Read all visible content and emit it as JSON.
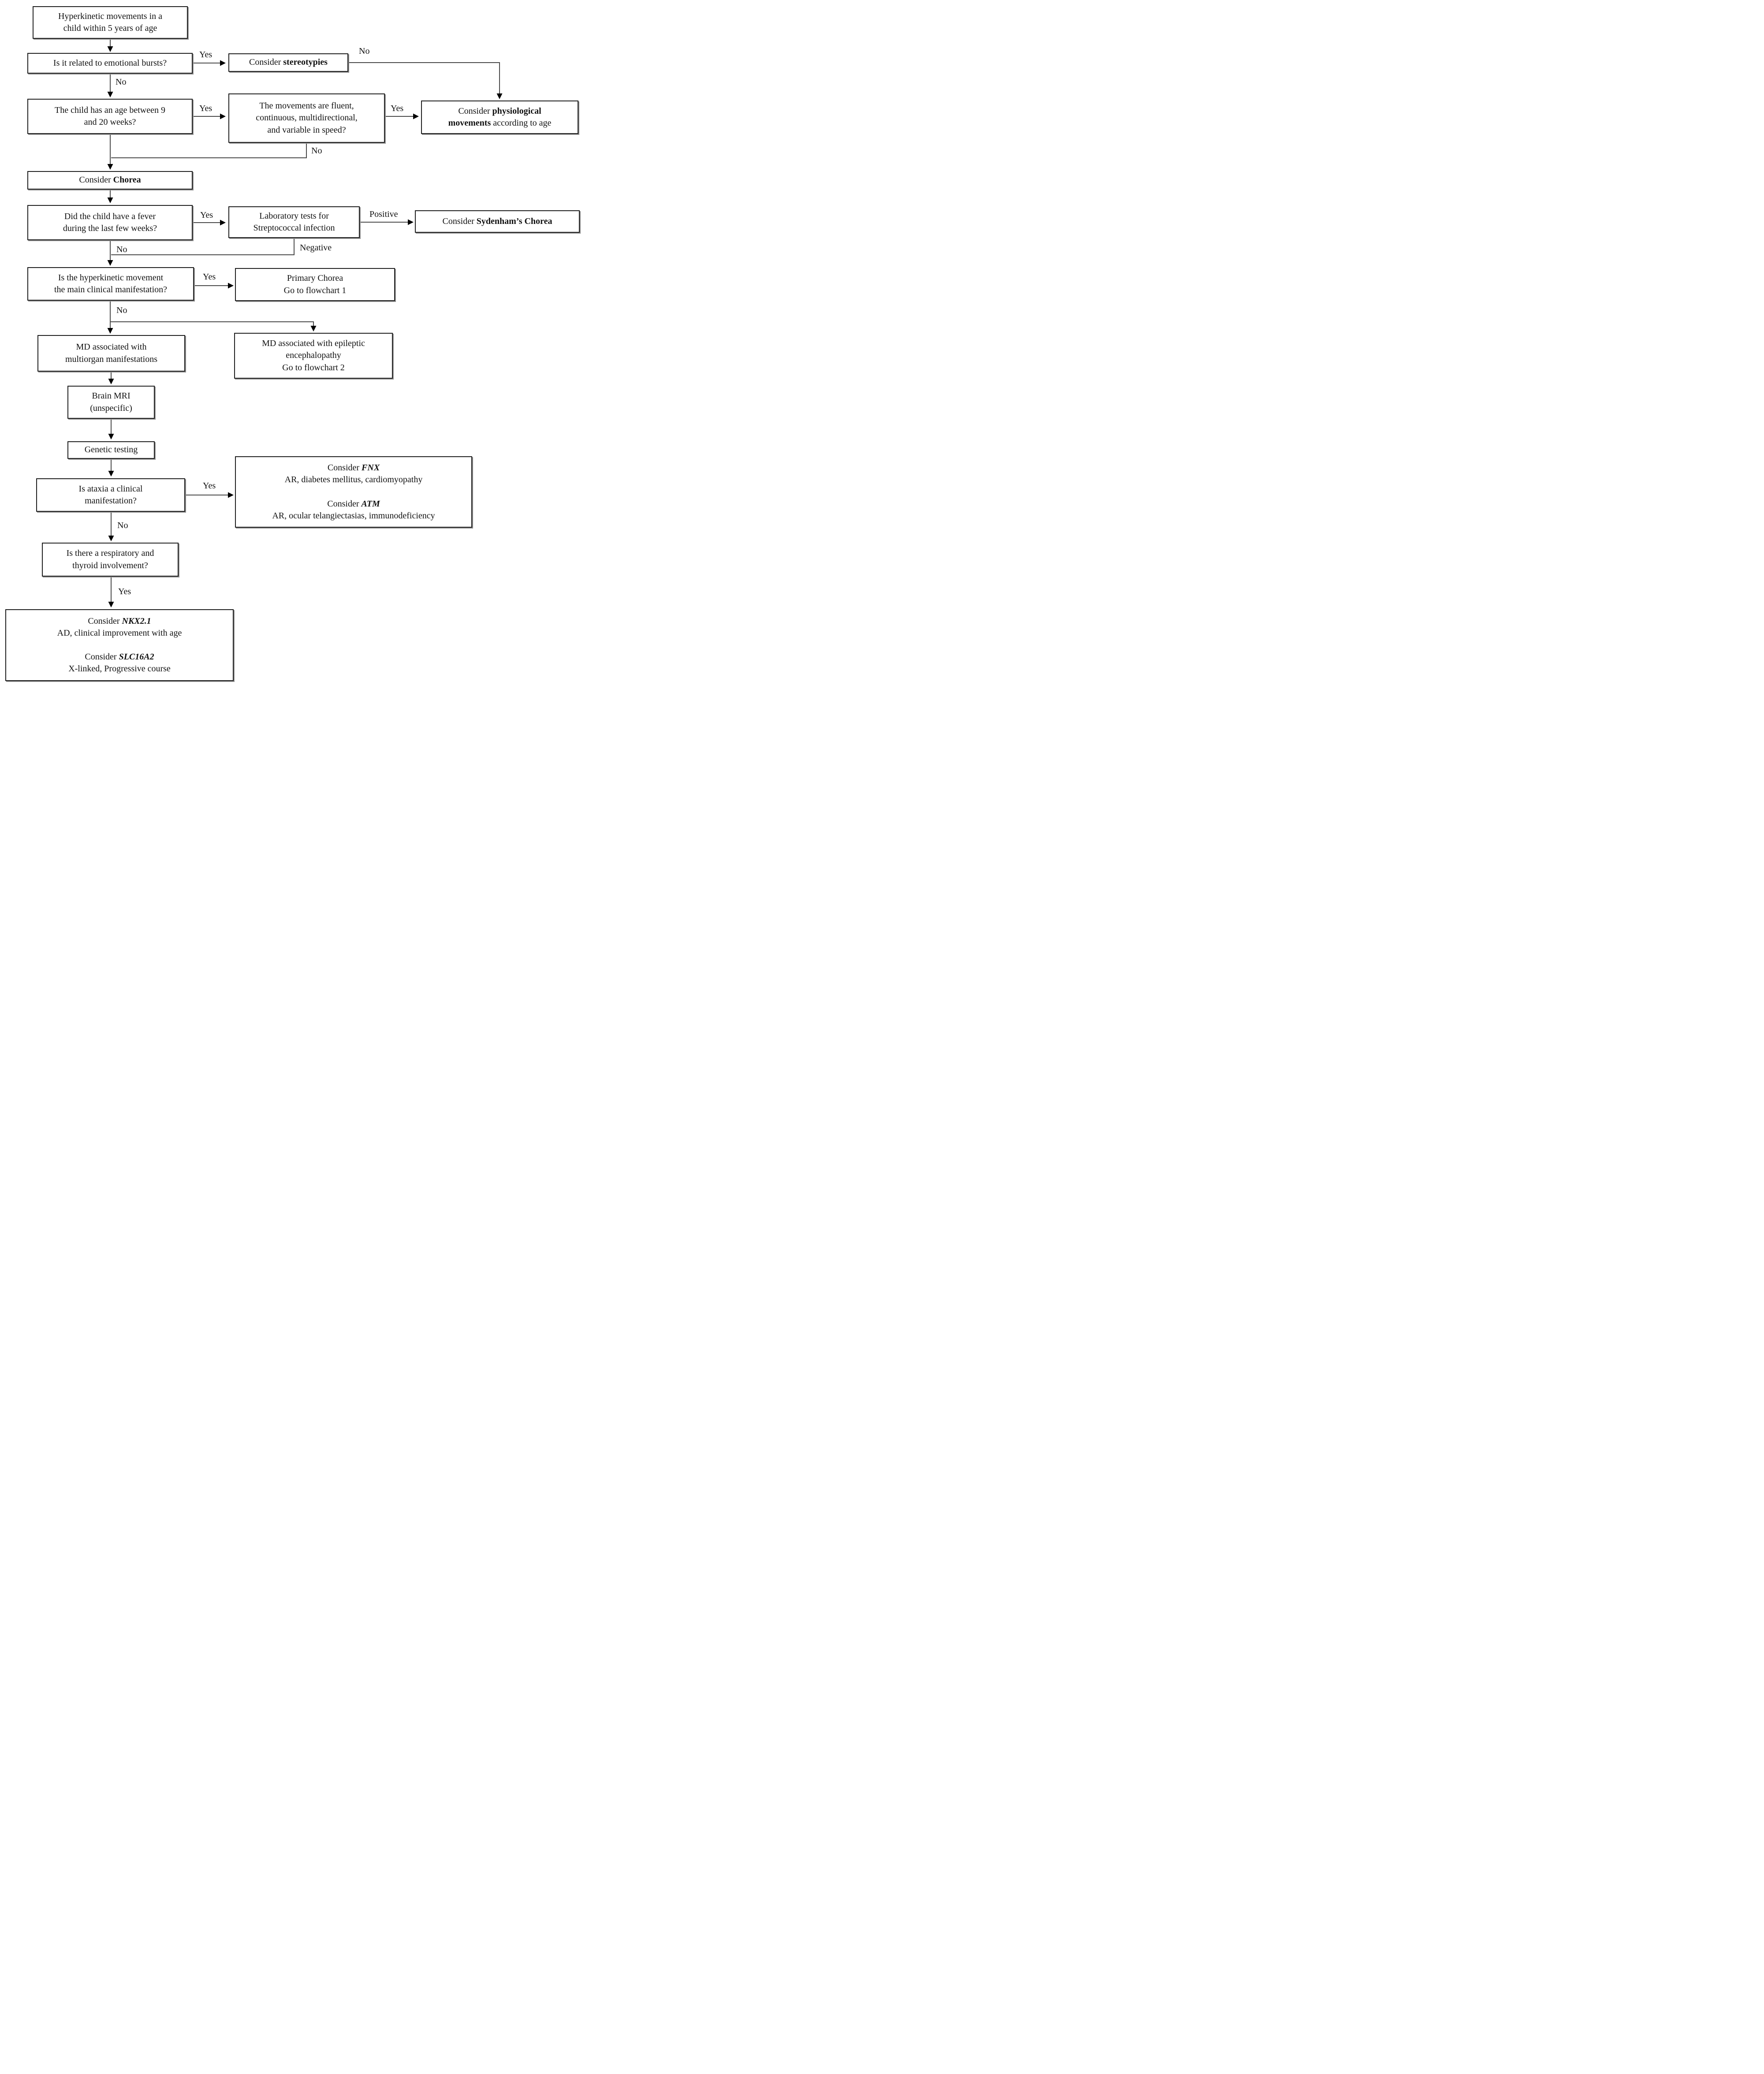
{
  "edge_labels": {
    "yes": "Yes",
    "no": "No",
    "positive": "Positive",
    "negative": "Negative"
  },
  "nodes": {
    "start": {
      "line1": "Hyperkinetic movements in a",
      "line2": "child within 5 years of age"
    },
    "emotional": {
      "text": "Is it related to emotional bursts?"
    },
    "stereotypies": {
      "prefix": "Consider ",
      "bold": "stereotypies"
    },
    "age": {
      "line1": "The child has an age between 9",
      "line2": "and 20 weeks?"
    },
    "fluent": {
      "line1": "The movements are fluent,",
      "line2": "continuous, multidirectional,",
      "line3": "and variable in speed?"
    },
    "physiological": {
      "l1_prefix": "Consider ",
      "l1_bold": "physiological",
      "l2_bold": "movements",
      "l2_suffix": " according to age"
    },
    "chorea": {
      "prefix": "Consider ",
      "bold": "Chorea"
    },
    "fever": {
      "line1": "Did the child have a fever",
      "line2": "during the last few weeks?"
    },
    "lab": {
      "line1": "Laboratory tests for",
      "line2": "Streptococcal infection"
    },
    "sydenham": {
      "prefix": "Consider ",
      "bold": "Sydenham’s Chorea"
    },
    "mainq": {
      "line1": "Is the hyperkinetic movement",
      "line2": "the main clinical manifestation?"
    },
    "primary": {
      "line1": "Primary Chorea",
      "line2": "Go to flowchart 1"
    },
    "multiorgan": {
      "line1": "MD associated with",
      "line2": "multiorgan manifestations"
    },
    "epileptic": {
      "line1": "MD associated with epileptic",
      "line2": "encephalopathy",
      "line3": "Go to flowchart 2"
    },
    "mri": {
      "line1": "Brain MRI",
      "line2": "(unspecific)"
    },
    "genetic": {
      "text": "Genetic testing"
    },
    "ataxia": {
      "line1": "Is ataxia a clinical",
      "line2": "manifestation?"
    },
    "fnx": {
      "c1_prefix": "Consider ",
      "c1_gene": "FNX",
      "d1": "AR, diabetes mellitus, cardiomyopathy",
      "c2_prefix": "Consider ",
      "c2_gene": "ATM",
      "d2": "AR, ocular telangiectasias, immunodeficiency"
    },
    "respiratory": {
      "line1": "Is there a respiratory and",
      "line2": "thyroid involvement?"
    },
    "nkx": {
      "c1_prefix": "Consider ",
      "c1_gene": "NKX2.1",
      "d1": "AD, clinical improvement with age",
      "c2_prefix": "Consider ",
      "c2_gene": "SLC16A2",
      "d2": "X-linked, Progressive course"
    }
  }
}
